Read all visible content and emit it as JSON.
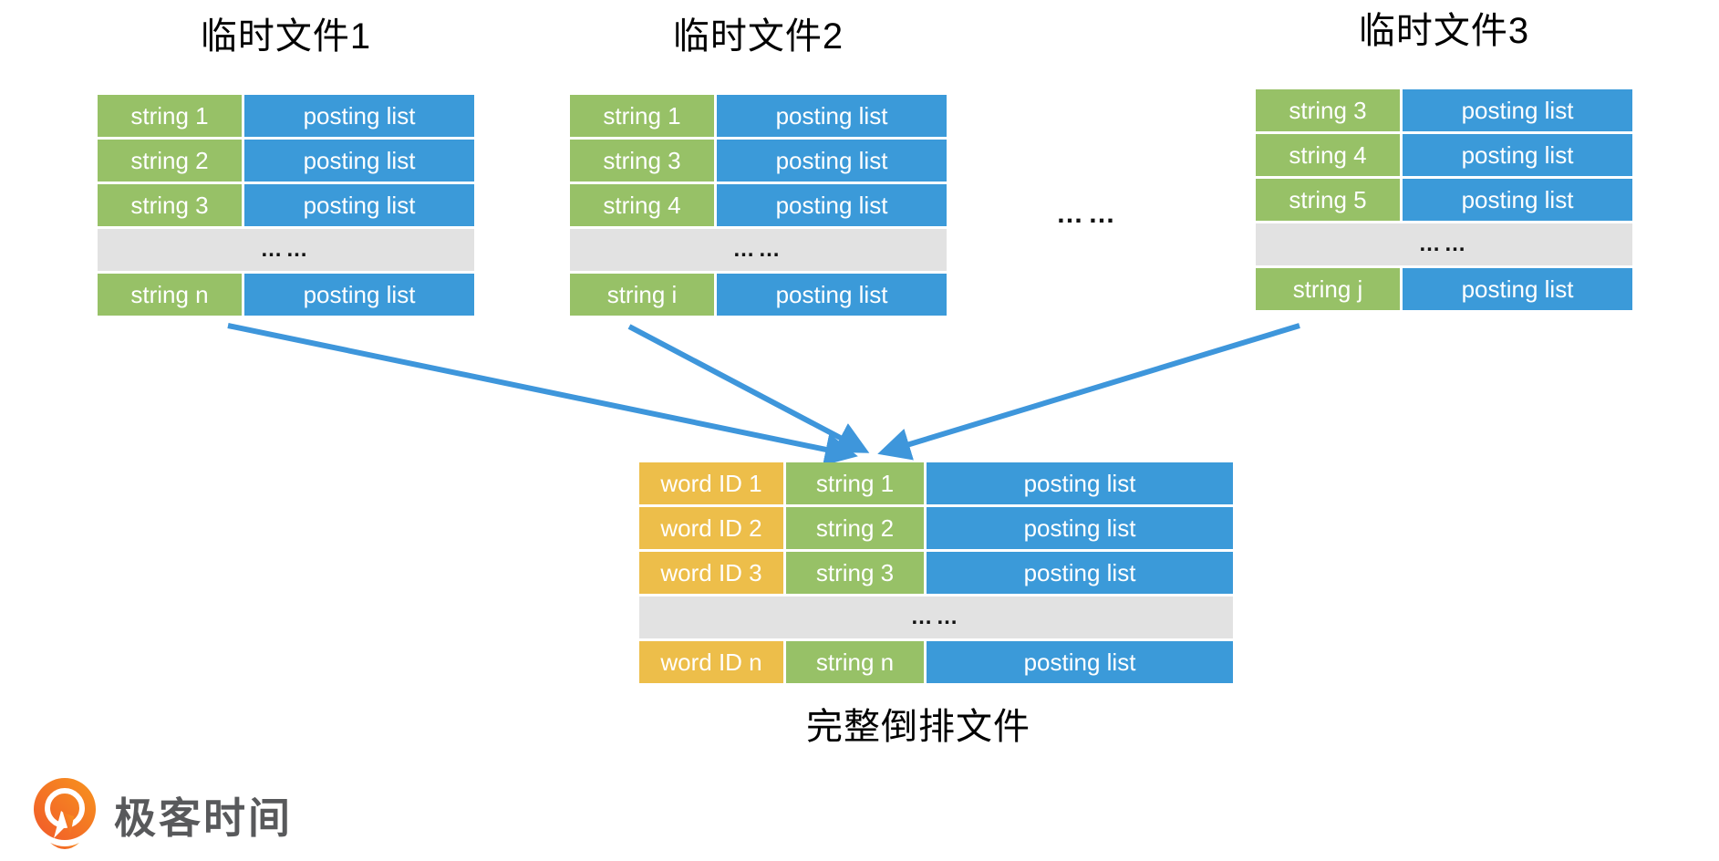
{
  "colors": {
    "green": "#97C167",
    "blue": "#3B9AD9",
    "yellow": "#EDBE4A",
    "gray_row": "#E2E2E2",
    "arrow": "#3E96DB",
    "logo_orange_dark": "#F1592A",
    "logo_orange_light": "#F7941E",
    "logo_text_color": "#58595B"
  },
  "temp_files": [
    {
      "id": "temp-file-1",
      "title": "临时文件1",
      "rows": [
        {
          "type": "data",
          "key": "string 1",
          "value": "posting list"
        },
        {
          "type": "data",
          "key": "string 2",
          "value": "posting list"
        },
        {
          "type": "data",
          "key": "string 3",
          "value": "posting list"
        },
        {
          "type": "ellipsis",
          "text": "……"
        },
        {
          "type": "data",
          "key": "string n",
          "value": "posting list"
        }
      ]
    },
    {
      "id": "temp-file-2",
      "title": "临时文件2",
      "rows": [
        {
          "type": "data",
          "key": "string 1",
          "value": "posting list"
        },
        {
          "type": "data",
          "key": "string 3",
          "value": "posting list"
        },
        {
          "type": "data",
          "key": "string 4",
          "value": "posting list"
        },
        {
          "type": "ellipsis",
          "text": "……"
        },
        {
          "type": "data",
          "key": "string i",
          "value": "posting list"
        }
      ]
    },
    {
      "id": "temp-file-3",
      "title": "临时文件3",
      "rows": [
        {
          "type": "data",
          "key": "string 3",
          "value": "posting list"
        },
        {
          "type": "data",
          "key": "string 4",
          "value": "posting list"
        },
        {
          "type": "data",
          "key": "string 5",
          "value": "posting list"
        },
        {
          "type": "ellipsis",
          "text": "……"
        },
        {
          "type": "data",
          "key": "string j",
          "value": "posting list"
        }
      ]
    }
  ],
  "between_tables_ellipsis": "……",
  "merged_file": {
    "caption": "完整倒排文件",
    "rows": [
      {
        "type": "data",
        "word_id": "word ID 1",
        "key": "string 1",
        "value": "posting list"
      },
      {
        "type": "data",
        "word_id": "word ID 2",
        "key": "string 2",
        "value": "posting list"
      },
      {
        "type": "data",
        "word_id": "word ID 3",
        "key": "string 3",
        "value": "posting list"
      },
      {
        "type": "ellipsis",
        "text": "……"
      },
      {
        "type": "data",
        "word_id": "word ID n",
        "key": "string n",
        "value": "posting list"
      }
    ]
  },
  "logo": {
    "icon": "geektime-logo-icon",
    "text": "极客时间"
  }
}
